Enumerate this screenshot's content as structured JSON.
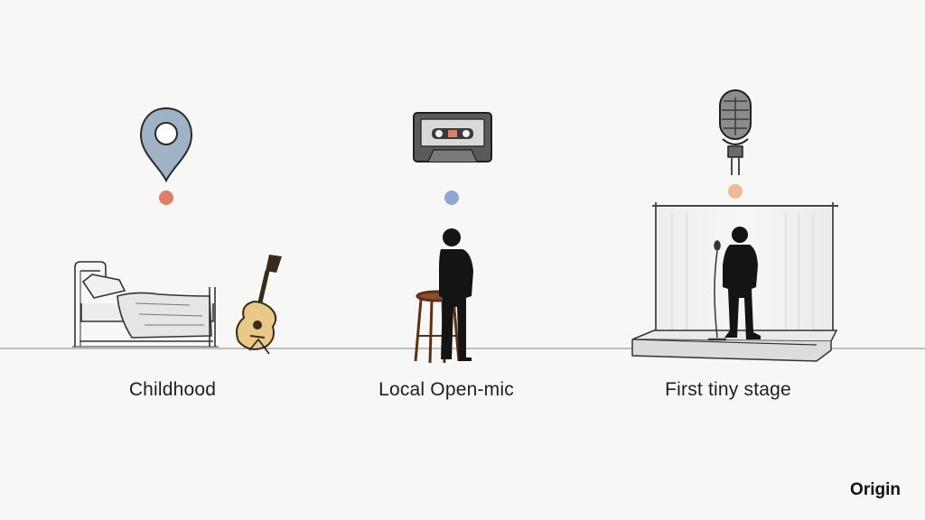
{
  "timeline": {
    "stages": [
      {
        "label": "Childhood",
        "dot_color": "#e07d6a",
        "icon": "map-pin-icon"
      },
      {
        "label": "Local Open-mic",
        "dot_color": "#8fa6d3",
        "icon": "cassette-tape-icon"
      },
      {
        "label": "First tiny stage",
        "dot_color": "#f0b89a",
        "icon": "microphone-icon"
      }
    ]
  },
  "footer": {
    "label": "Origin"
  },
  "colors": {
    "background": "#f7f7f5",
    "pin_fill": "#9fb2c6",
    "silhouette": "#141414",
    "stool_wood": "#8a4f2c",
    "guitar_body": "#e8c98a"
  }
}
